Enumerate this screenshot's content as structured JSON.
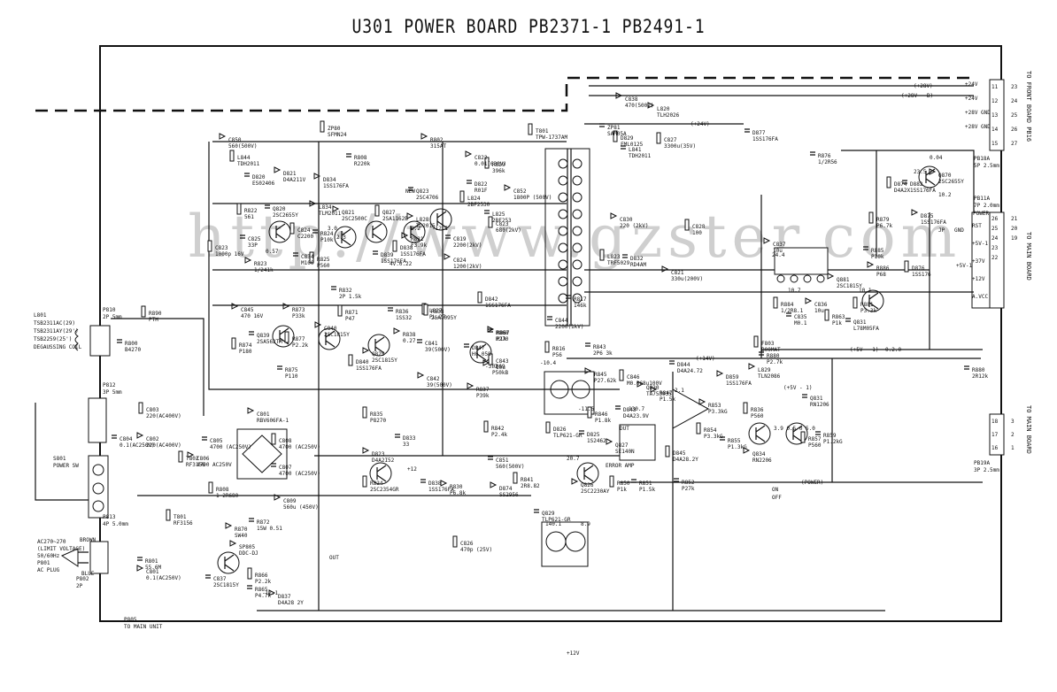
{
  "title": "U301 POWER BOARD PB2371-1 PB2491-1",
  "connectors_right": {
    "front_board": {
      "side_label": "TO FRONT BOARD PB16",
      "signals": [
        "+24V",
        "+24V",
        "+28V GND",
        "+28V GND"
      ],
      "pins": [
        "11",
        "12",
        "13",
        "14",
        "15"
      ],
      "ext_pins": [
        "23",
        "24",
        "25",
        "26",
        "27"
      ],
      "ref": "PB18A",
      "pitch": "5P 2.5mm"
    },
    "main_board_power": {
      "side_label": "TO MAIN BOARD",
      "ref": "PB11A",
      "pitch": "7P 2.0mm",
      "header": "POWER",
      "signals": [
        "RST",
        "+5V-1",
        "+37V",
        "+12V",
        "A.VCC"
      ],
      "pins": [
        "26",
        "25",
        "24",
        "23",
        "22"
      ],
      "ext_pins": [
        "21",
        "20",
        "19"
      ]
    },
    "main_board_low": {
      "side_label": "TO MAIN BOARD",
      "ref": "PB19A",
      "pitch": "3P 2.5mm",
      "pins": [
        "18",
        "17",
        "16"
      ],
      "ext_pins": [
        "3",
        "2",
        "1"
      ]
    }
  },
  "rails": [
    "(+28V)",
    "(+28V - B)",
    "(+24V)",
    "(+14V)",
    "(+5V - 1)",
    "(POWER)",
    "(+5V - 1)"
  ],
  "left_side": {
    "degauss": [
      "L801",
      "TSB2311AC(29)",
      "TSB2311AY(29')",
      "TSB2259(25')",
      "DEGAUSSING COIL"
    ],
    "p810": [
      "P810",
      "2P 5mm"
    ],
    "switch": [
      "S801",
      "POWER SW"
    ],
    "plug": [
      "AC270~270",
      "(LIMIT VOLTAGE)",
      "50/60Hz",
      "P801",
      "AC PLUG"
    ],
    "p813": [
      "P813",
      "4P 5.0mm"
    ],
    "p802": [
      "P802",
      "2P"
    ],
    "p805": [
      "P805",
      "TO MAIN UNIT"
    ],
    "wire_colors": [
      "BROWN",
      "BLUE"
    ],
    "p812": [
      "P812",
      "3P 5mm"
    ]
  },
  "components": [
    {
      "ref": "R890",
      "val": "PTH"
    },
    {
      "ref": "R800",
      "val": "B4270"
    },
    {
      "ref": "C850",
      "val": "560(500V)"
    },
    {
      "ref": "L844",
      "val": "TDH2011"
    },
    {
      "ref": "D820",
      "val": "ES02406"
    },
    {
      "ref": "D821",
      "val": "D4A211V"
    },
    {
      "ref": "ZP80",
      "val": "SFMN24"
    },
    {
      "ref": "R808",
      "val": "R220k"
    },
    {
      "ref": "D834",
      "val": "1SS176FA"
    },
    {
      "ref": "R822",
      "val": "561"
    },
    {
      "ref": "Q820",
      "val": "2SC2655Y"
    },
    {
      "ref": "L834",
      "val": "TLM2011"
    },
    {
      "ref": "C824",
      "val": "C2200"
    },
    {
      "ref": "R824",
      "val": "P10k"
    },
    {
      "ref": "Q821",
      "val": "2SC2500C"
    },
    {
      "ref": "C823",
      "val": "1000p 16V"
    },
    {
      "ref": "C825",
      "val": "33P"
    },
    {
      "ref": "R823",
      "val": "1/241k"
    },
    {
      "ref": "R825",
      "val": "P560"
    },
    {
      "ref": "C834",
      "val": "M100"
    },
    {
      "ref": "R802",
      "val": "315AT"
    },
    {
      "ref": "Q827",
      "val": "2SA1162B"
    },
    {
      "ref": "Q823",
      "val": "2SC4706"
    },
    {
      "ref": "L828",
      "val": "TD2015"
    },
    {
      "ref": "D838",
      "val": "1SS176FA"
    },
    {
      "ref": "D839",
      "val": "1SS176FA"
    },
    {
      "ref": "C822",
      "val": "0.01(630V)"
    },
    {
      "ref": "R829",
      "val": "396k"
    },
    {
      "ref": "D822",
      "val": "R01F"
    },
    {
      "ref": "R821",
      "val": "F3.9k"
    },
    {
      "ref": "L824",
      "val": "2BF2530"
    },
    {
      "ref": "L825",
      "val": "2BF253"
    },
    {
      "ref": "C852",
      "val": "1800P (500V)"
    },
    {
      "ref": "C823",
      "val": "680(2kV)"
    },
    {
      "ref": "C819",
      "val": "2200(2kV)"
    },
    {
      "ref": "C824",
      "val": "1200(2kV)"
    },
    {
      "ref": "T801",
      "val": "TPW-1737AM"
    },
    {
      "ref": "ZP81",
      "val": "SAM05A"
    },
    {
      "ref": "C838",
      "val": "470(500V)"
    },
    {
      "ref": "D829",
      "val": "FML0125"
    },
    {
      "ref": "L841",
      "val": "TDH2011"
    },
    {
      "ref": "L820",
      "val": "TLH2026"
    },
    {
      "ref": "C827",
      "val": "3300u(35V)"
    },
    {
      "ref": "D877",
      "val": "1SS176FA"
    },
    {
      "ref": "C830",
      "val": "220 (2kV)"
    },
    {
      "ref": "L823",
      "val": "TRF5029"
    },
    {
      "ref": "D832",
      "val": "RD4AM"
    },
    {
      "ref": "C821",
      "val": "330u(200V)"
    },
    {
      "ref": "C828",
      "val": "100"
    },
    {
      "ref": "R817",
      "val": "146k"
    },
    {
      "ref": "C845",
      "val": "470 16V"
    },
    {
      "ref": "R874",
      "val": "P180"
    },
    {
      "ref": "Q839",
      "val": "2SA562TM"
    },
    {
      "ref": "R873",
      "val": "P33k"
    },
    {
      "ref": "R877",
      "val": "P2.2k"
    },
    {
      "ref": "R875",
      "val": "P110"
    },
    {
      "ref": "C840",
      "val": "2SC1815Y"
    },
    {
      "ref": "R871",
      "val": "P47"
    },
    {
      "ref": "R832",
      "val": "2P 1.5k"
    },
    {
      "ref": "Q825",
      "val": "2SC1815Y"
    },
    {
      "ref": "D840",
      "val": "1SS176FA"
    },
    {
      "ref": "R836",
      "val": "1SS32"
    },
    {
      "ref": "R838",
      "val": "0.27"
    },
    {
      "ref": "L827",
      "val": "PL-27"
    },
    {
      "ref": "C841",
      "val": "39(500V)"
    },
    {
      "ref": "C842",
      "val": "39(500V)"
    },
    {
      "ref": "R838",
      "val": "2SA1095Y"
    },
    {
      "ref": "D847",
      "val": "H0.058"
    },
    {
      "ref": "R867",
      "val": "P1k"
    },
    {
      "ref": "C843",
      "val": "10u"
    },
    {
      "ref": "R868",
      "val": "R270"
    },
    {
      "ref": "R869",
      "val": "P50kB"
    },
    {
      "ref": "D842",
      "val": "1SS176FA"
    },
    {
      "ref": "C844",
      "val": "2200(1kV)"
    },
    {
      "ref": "R837",
      "val": "P39k"
    },
    {
      "ref": "R816",
      "val": "P56"
    },
    {
      "ref": "R843",
      "val": "2P6 3k"
    },
    {
      "ref": "R845",
      "val": "P27.62k"
    },
    {
      "ref": "C846",
      "val": "M0.068u100V"
    },
    {
      "ref": "D844",
      "val": "D4A24.72"
    },
    {
      "ref": "Q830",
      "val": "TA75393S"
    },
    {
      "ref": "R846",
      "val": "P1.8k"
    },
    {
      "ref": "D843",
      "val": "D4A23.9V"
    },
    {
      "ref": "R847",
      "val": "P1.5k"
    },
    {
      "ref": "D826",
      "val": "TLP621-GR"
    },
    {
      "ref": "D825",
      "val": "1S2462"
    },
    {
      "ref": "Q827",
      "val": "SE140N"
    },
    {
      "ref": "R850",
      "val": "P1k"
    },
    {
      "ref": "R851",
      "val": "P1.5k"
    },
    {
      "ref": "Q826",
      "val": "2SC2230AY"
    },
    {
      "ref": "D845",
      "val": "D4A28.2Y"
    },
    {
      "ref": "R852",
      "val": "P27k"
    },
    {
      "ref": "R853",
      "val": "P3.3kG"
    },
    {
      "ref": "R854",
      "val": "P3.3kG"
    },
    {
      "ref": "R855",
      "val": "P1.3kG"
    },
    {
      "ref": "D859",
      "val": "1SS176FA"
    },
    {
      "ref": "R836",
      "val": "P560"
    },
    {
      "ref": "Q831",
      "val": "RN1206"
    },
    {
      "ref": "Q834",
      "val": "RN2206"
    },
    {
      "ref": "R857",
      "val": "P560"
    },
    {
      "ref": "R859",
      "val": "P1.2kG"
    },
    {
      "ref": "L829",
      "val": "TLN2086"
    },
    {
      "ref": "F803",
      "val": "B00MAT"
    },
    {
      "ref": "R880",
      "val": "P2.7k"
    },
    {
      "ref": "Q881",
      "val": "2SC1815Y"
    },
    {
      "ref": "R881",
      "val": "P3.3k"
    },
    {
      "ref": "Q831",
      "val": "L78M05FA"
    },
    {
      "ref": "C837",
      "val": "10u"
    },
    {
      "ref": "R884",
      "val": "1/2R8.1"
    },
    {
      "ref": "C835",
      "val": "M0.1"
    },
    {
      "ref": "C836",
      "val": "10u"
    },
    {
      "ref": "R863",
      "val": "P1k"
    },
    {
      "ref": "R876",
      "val": "1/2R56"
    },
    {
      "ref": "Q870",
      "val": "2SC2655Y"
    },
    {
      "ref": "D874",
      "val": "D4A2X"
    },
    {
      "ref": "D882",
      "val": "1SS176FA"
    },
    {
      "ref": "D875",
      "val": "1SS176FA"
    },
    {
      "ref": "R879",
      "val": "P6.7k"
    },
    {
      "ref": "R885",
      "val": "P10k"
    },
    {
      "ref": "R886",
      "val": "P68"
    },
    {
      "ref": "D876",
      "val": "1SS176"
    },
    {
      "ref": "R880",
      "val": "2R12k"
    },
    {
      "ref": "C801",
      "val": "RBV606FA-1"
    },
    {
      "ref": "C803",
      "val": "220(AC400V)"
    },
    {
      "ref": "C804",
      "val": "0.1(AC250V)"
    },
    {
      "ref": "C802",
      "val": "220(AC400V)"
    },
    {
      "ref": "T802",
      "val": "RF3156"
    },
    {
      "ref": "C805",
      "val": "4700 (AC250V)"
    },
    {
      "ref": "C806",
      "val": "4700 AC250V"
    },
    {
      "ref": "C808",
      "val": "4700 (AC250V)"
    },
    {
      "ref": "C807",
      "val": "4700 (AC250V)"
    },
    {
      "ref": "C809",
      "val": "560u (450V)"
    },
    {
      "ref": "R808",
      "val": "1-2R680"
    },
    {
      "ref": "R872",
      "val": "15W 0.51"
    },
    {
      "ref": "R870",
      "val": "SW40"
    },
    {
      "ref": "T801",
      "val": "RF3156"
    },
    {
      "ref": "R801",
      "val": "55.6M"
    },
    {
      "ref": "C801",
      "val": "0.1(AC250V)"
    },
    {
      "ref": "C826",
      "val": "470p (25V)"
    },
    {
      "ref": "C837",
      "val": "2SC1815Y"
    },
    {
      "ref": "SP805",
      "val": "DDC-DJ"
    },
    {
      "ref": "R866",
      "val": "P2.2k"
    },
    {
      "ref": "R865",
      "val": "P4.7k"
    },
    {
      "ref": "D837",
      "val": "D4A28 2Y"
    },
    {
      "ref": "R835",
      "val": "P8270"
    },
    {
      "ref": "D833",
      "val": "33"
    },
    {
      "ref": "D823",
      "val": "D4A2I52"
    },
    {
      "ref": "R824",
      "val": "2SC2354GR"
    },
    {
      "ref": "D838",
      "val": "1SS176FA"
    },
    {
      "ref": "R830",
      "val": "P6.8k"
    },
    {
      "ref": "R842",
      "val": "P2.4k"
    },
    {
      "ref": "C851",
      "val": "560(500V)"
    },
    {
      "ref": "D874",
      "val": "SS2956"
    },
    {
      "ref": "R841",
      "val": "2R8.82"
    },
    {
      "ref": "Q829",
      "val": "TLP621-GR"
    }
  ],
  "notes": [
    "NEW",
    "OFF",
    "ON",
    "JP",
    "GND",
    "ERROR AMP",
    "DUT",
    "OUT",
    "-12.1",
    "+12",
    "-10.4",
    "-3.7",
    "-11.6",
    "20.7",
    "130.7",
    "140.1",
    "8.9",
    "0.04",
    "23.5",
    "10.2",
    "10.1",
    "10.7",
    "24.4",
    "3.9 0.5 0",
    "5.0",
    "3.0",
    "2.3",
    "0.57",
    "0.2",
    "-12.1",
    "4V.0.22",
    "2.1",
    "0.2.0",
    "+5V-1",
    "+12V"
  ],
  "watermark": "http://www.gzster.com"
}
